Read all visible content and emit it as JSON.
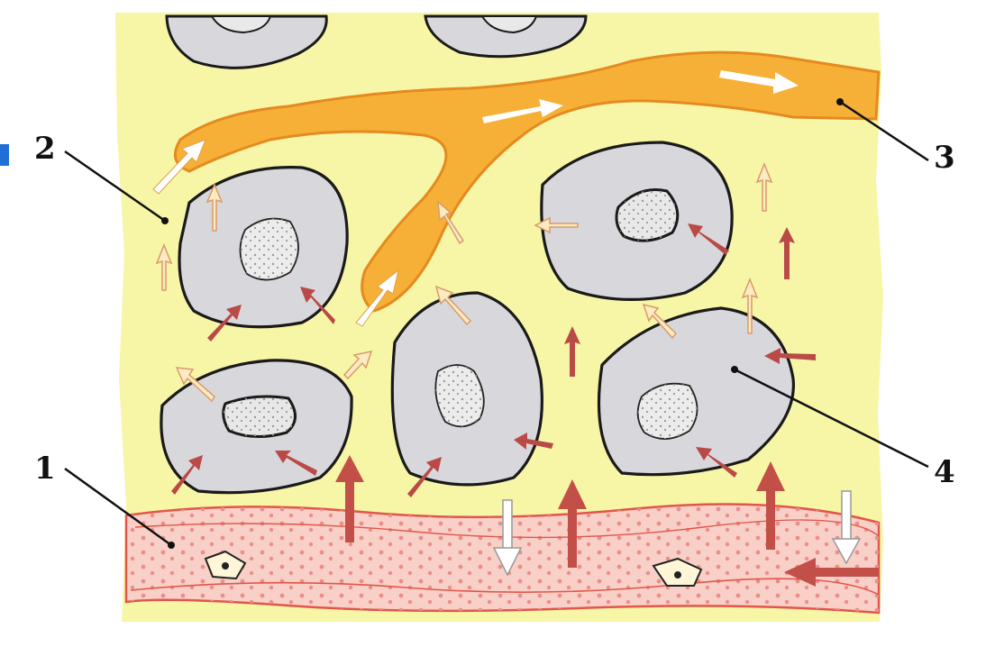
{
  "labels": {
    "l1": "1",
    "l2": "2",
    "l3": "3",
    "l4": "4"
  },
  "colors": {
    "background": "#f6f6a6",
    "cell_fill": "#d8d8dc",
    "cell_stroke": "#1a1a1a",
    "lymph_vessel": "#f5a623",
    "lymph_vessel_edge": "#e5801a",
    "blood_vessel": "#f9c9bf",
    "blood_vessel_edge": "#e2554a",
    "red_arrow": "#c25049",
    "white_arrow": "#ffffff",
    "edge_marker": "#1f6fd6"
  },
  "icons": {
    "red_arrow": "red-arrow-icon",
    "white_arrow": "white-arrow-icon",
    "small_arrow": "small-arrow-icon",
    "cell": "cell-icon",
    "nucleus": "nucleus-icon"
  }
}
